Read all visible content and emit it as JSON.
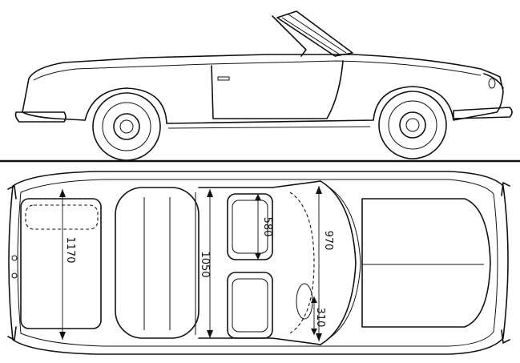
{
  "diagram": {
    "views": [
      "side-elevation",
      "top-plan"
    ],
    "dimensions": [
      {
        "id": "rear-deck-length",
        "label": "1170"
      },
      {
        "id": "cabin-length",
        "label": "1050"
      },
      {
        "id": "seat-depth",
        "label": "580"
      },
      {
        "id": "cabin-width",
        "label": "970"
      },
      {
        "id": "seat-gap",
        "label": "310"
      }
    ]
  }
}
